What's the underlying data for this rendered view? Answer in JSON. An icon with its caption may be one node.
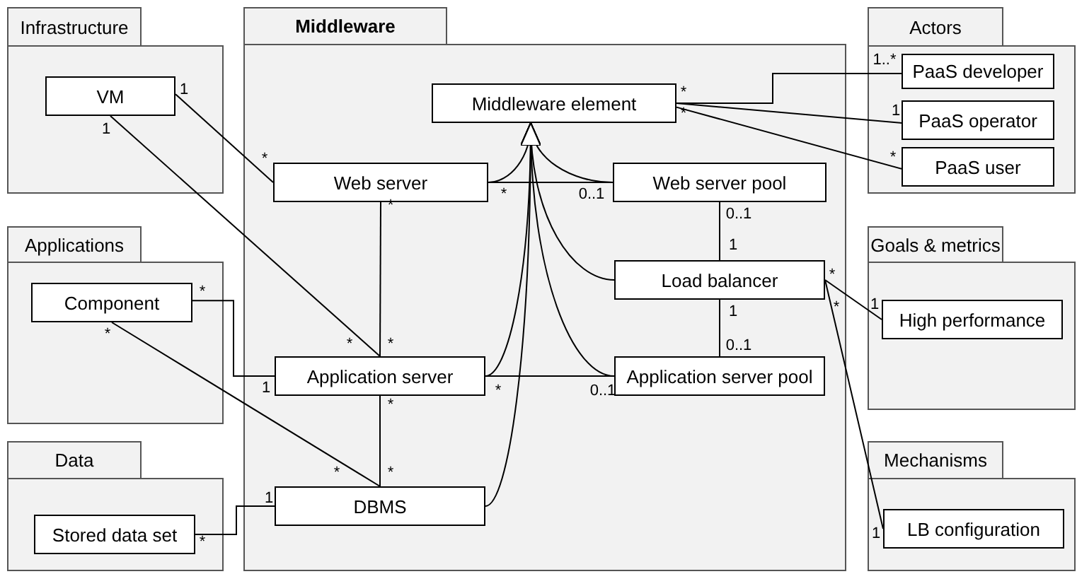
{
  "diagram": {
    "nodes": [
      {
        "text": [
          "Infrastructure"
        ]
      },
      {
        "text": [
          "VM"
        ],
        "in": 0
      },
      {
        "text": [
          "Applications"
        ]
      },
      {
        "text": [
          "Component"
        ],
        "in": 2
      },
      {
        "text": [
          "Data"
        ]
      },
      {
        "text": [
          "Stored data set"
        ],
        "in": 4
      },
      {
        "text": [
          "Middleware"
        ]
      },
      {
        "text": [
          "Middleware element"
        ],
        "in": 6
      },
      {
        "text": [
          "Web server"
        ],
        "in": 6
      },
      {
        "text": [
          "Web server pool"
        ],
        "in": 6
      },
      {
        "text": [
          "Load balancer"
        ],
        "in": 6
      },
      {
        "text": [
          "Application server"
        ],
        "in": 6
      },
      {
        "text": [
          "Application server pool"
        ],
        "in": 6
      },
      {
        "text": [
          "DBMS"
        ],
        "in": 6
      },
      {
        "text": [
          "Actors"
        ]
      },
      {
        "text": [
          "PaaS developer"
        ],
        "in": 14
      },
      {
        "text": [
          "PaaS operator"
        ],
        "in": 14
      },
      {
        "text": [
          "PaaS user"
        ],
        "in": 14
      },
      {
        "text": [
          "Goals & metrics"
        ]
      },
      {
        "text": [
          "High performance"
        ],
        "in": 18
      },
      {
        "text": [
          "Mechanisms"
        ]
      },
      {
        "text": [
          "LB configuration"
        ],
        "in": 20
      }
    ],
    "edges": [
      {
        "from": 1,
        "to": 8,
        "arrow": "none"
      },
      {
        "from": 1,
        "to": 11,
        "arrow": "none"
      },
      {
        "from": 8,
        "to": 11,
        "arrow": "none"
      },
      {
        "from": 3,
        "to": 11,
        "arrow": "none"
      },
      {
        "from": 3,
        "to": 13,
        "arrow": "none"
      },
      {
        "from": 11,
        "to": 13,
        "arrow": "none"
      },
      {
        "from": 5,
        "to": 13,
        "arrow": "none"
      },
      {
        "from": 8,
        "to": 7,
        "arrow": "to"
      },
      {
        "from": 9,
        "to": 7,
        "arrow": "to"
      },
      {
        "from": 10,
        "to": 7,
        "arrow": "to"
      },
      {
        "from": 11,
        "to": 7,
        "arrow": "to"
      },
      {
        "from": 12,
        "to": 7,
        "arrow": "to"
      },
      {
        "from": 13,
        "to": 7,
        "arrow": "to"
      },
      {
        "from": 8,
        "to": 9,
        "arrow": "none"
      },
      {
        "from": 9,
        "to": 10,
        "arrow": "none"
      },
      {
        "from": 10,
        "to": 12,
        "arrow": "none"
      },
      {
        "from": 11,
        "to": 12,
        "arrow": "none"
      },
      {
        "from": 7,
        "to": 15,
        "arrow": "none"
      },
      {
        "from": 7,
        "to": 16,
        "arrow": "none"
      },
      {
        "from": 7,
        "to": 17,
        "arrow": "none"
      },
      {
        "from": 10,
        "to": 19,
        "arrow": "none"
      },
      {
        "from": 10,
        "to": 21,
        "arrow": "none"
      }
    ],
    "labels": [
      "1..*",
      "1",
      "*",
      "1",
      "*",
      "1",
      "*",
      "*",
      "*",
      "0..1",
      "*",
      "0..1",
      "1",
      "*",
      "*",
      "1",
      "*",
      "1",
      "*",
      "*",
      "*",
      "0..1",
      "1",
      "*",
      "0..1",
      "*",
      "*",
      "*",
      "1",
      "1",
      "*"
    ]
  }
}
